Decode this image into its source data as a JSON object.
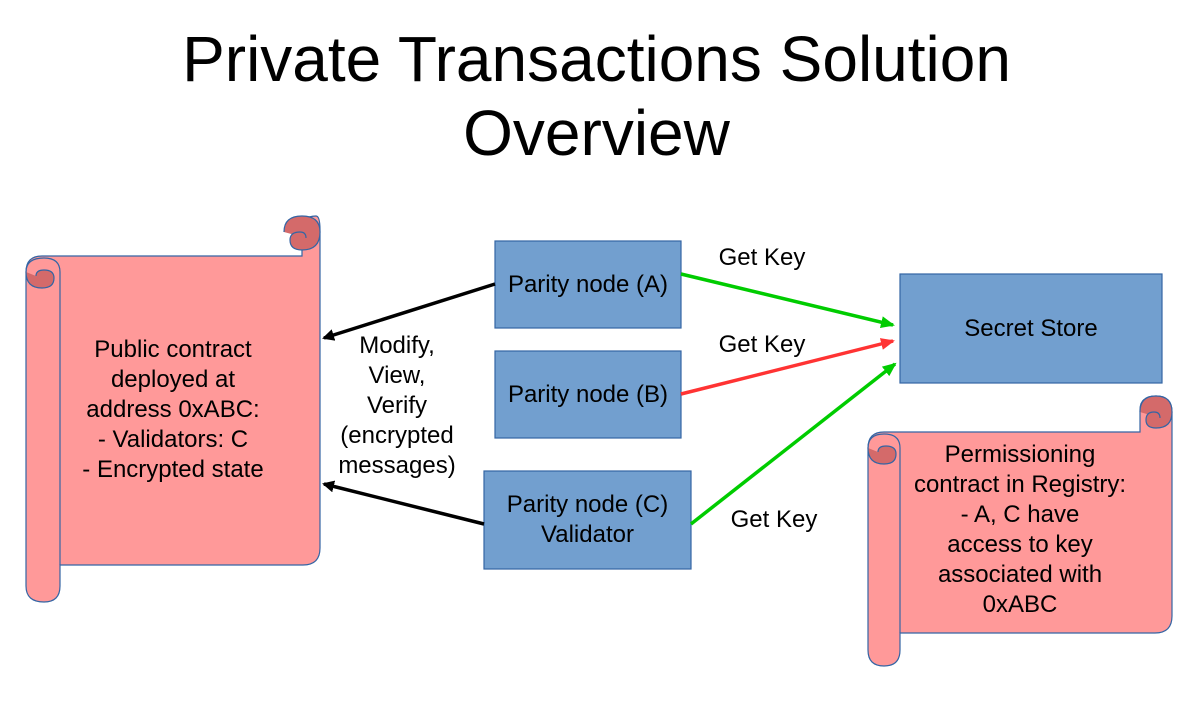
{
  "title": {
    "line1": "Private Transactions Solution",
    "line2": "Overview"
  },
  "colors": {
    "node_fill": "#729fcf",
    "node_border": "#3465a4",
    "scroll_fill": "#ff9999",
    "scroll_border": "#3465a4",
    "arrow_green": "#00cc00",
    "arrow_red": "#ff3333",
    "arrow_black": "#000000"
  },
  "nodes": {
    "a": {
      "label": "Parity node (A)"
    },
    "b": {
      "label": "Parity node (B)"
    },
    "c": {
      "label": "Parity node (C)\nValidator"
    },
    "secret_store": {
      "label": "Secret Store"
    }
  },
  "scrolls": {
    "public_contract": {
      "text": "Public contract\ndeployed at\naddress 0xABC:\n- Validators: C\n- Encrypted state"
    },
    "permissioning": {
      "text": "Permissioning\ncontract in Registry:\n- A, C have\naccess to key\nassociated with\n0xABC"
    }
  },
  "edges": {
    "get_key_a": {
      "label": "Get Key",
      "status": "allowed"
    },
    "get_key_b": {
      "label": "Get Key",
      "status": "denied"
    },
    "get_key_c": {
      "label": "Get Key",
      "status": "allowed"
    },
    "to_contract": {
      "label": "Modify,\nView,\nVerify\n(encrypted\nmessages)"
    }
  }
}
